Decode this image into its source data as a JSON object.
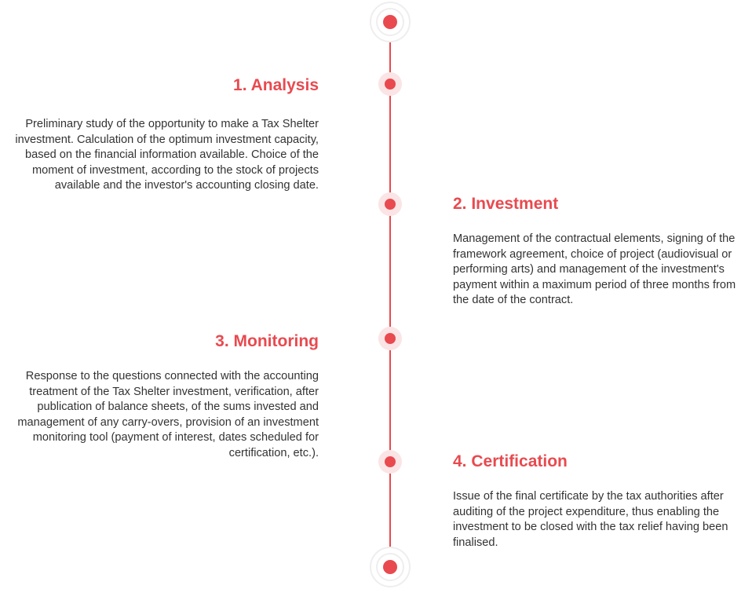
{
  "accent_color": "#e84a4f",
  "steps": [
    {
      "title": "1. Analysis",
      "description": "Preliminary study of the opportunity to make a Tax Shelter investment. Calculation of the optimum investment capacity, based on the financial information available. Choice of the moment of investment, according to the stock of projects available and the investor's accounting closing date."
    },
    {
      "title": "2. Investment",
      "description": "Management of the contractual elements, signing of the framework agreement, choice of project (audiovisual or performing arts) and management of the investment's payment within a maximum period of three months from the date of the contract."
    },
    {
      "title": "3. Monitoring",
      "description": "Response to the questions connected with the accounting treatment of the Tax Shelter investment, verification, after publication of balance sheets, of the sums invested and management of any carry-overs, provision of an investment monitoring tool (payment of interest, dates scheduled for certification, etc.)."
    },
    {
      "title": "4. Certification",
      "description": "Issue of the final certificate by the tax authorities after auditing of the project expenditure, thus enabling the investment to be closed with the tax relief having been finalised."
    }
  ]
}
